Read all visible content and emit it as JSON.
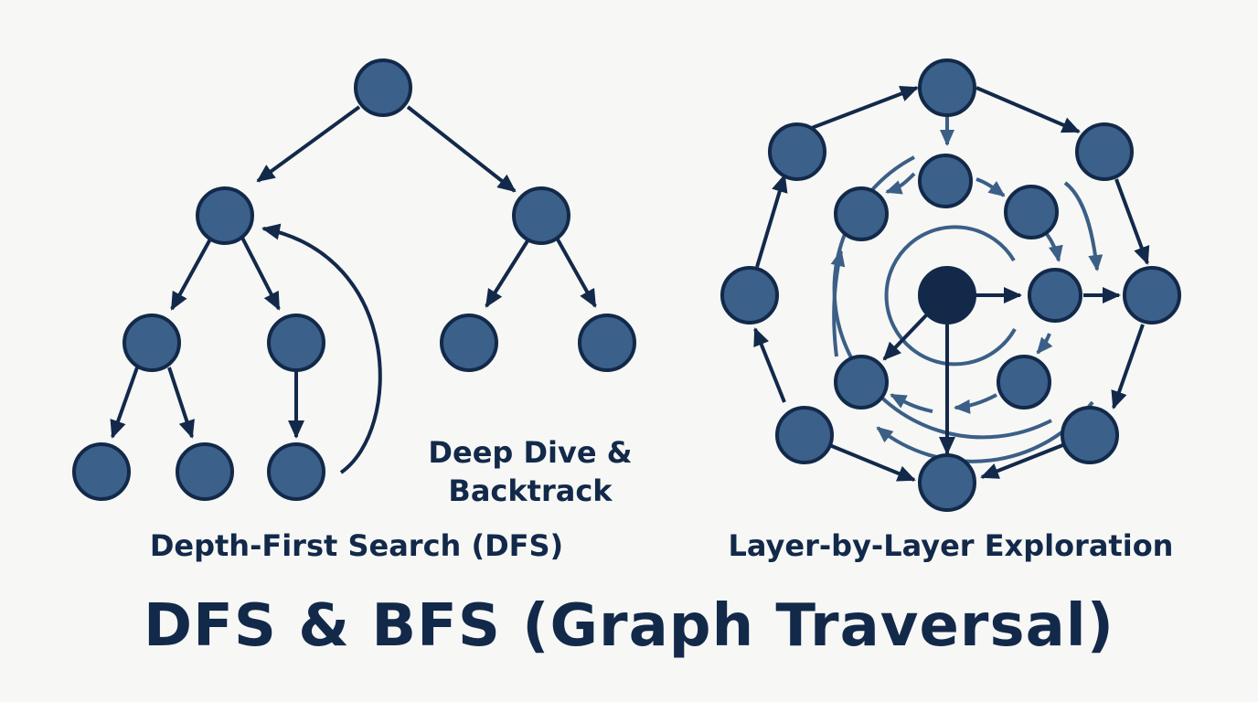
{
  "title": "DFS & BFS (Graph Traversal)",
  "dfs": {
    "caption": "Depth-First Search (DFS)",
    "annotation_line1": "Deep Dive &",
    "annotation_line2": "Backtrack"
  },
  "bfs": {
    "caption": "Layer-by-Layer Exploration"
  },
  "colors": {
    "node_fill": "#3b6089",
    "node_stroke": "#12294a",
    "root_fill": "#12294a",
    "edge": "#12294a",
    "inner_arrow": "#3b5f86",
    "background": "#f7f7f5"
  }
}
